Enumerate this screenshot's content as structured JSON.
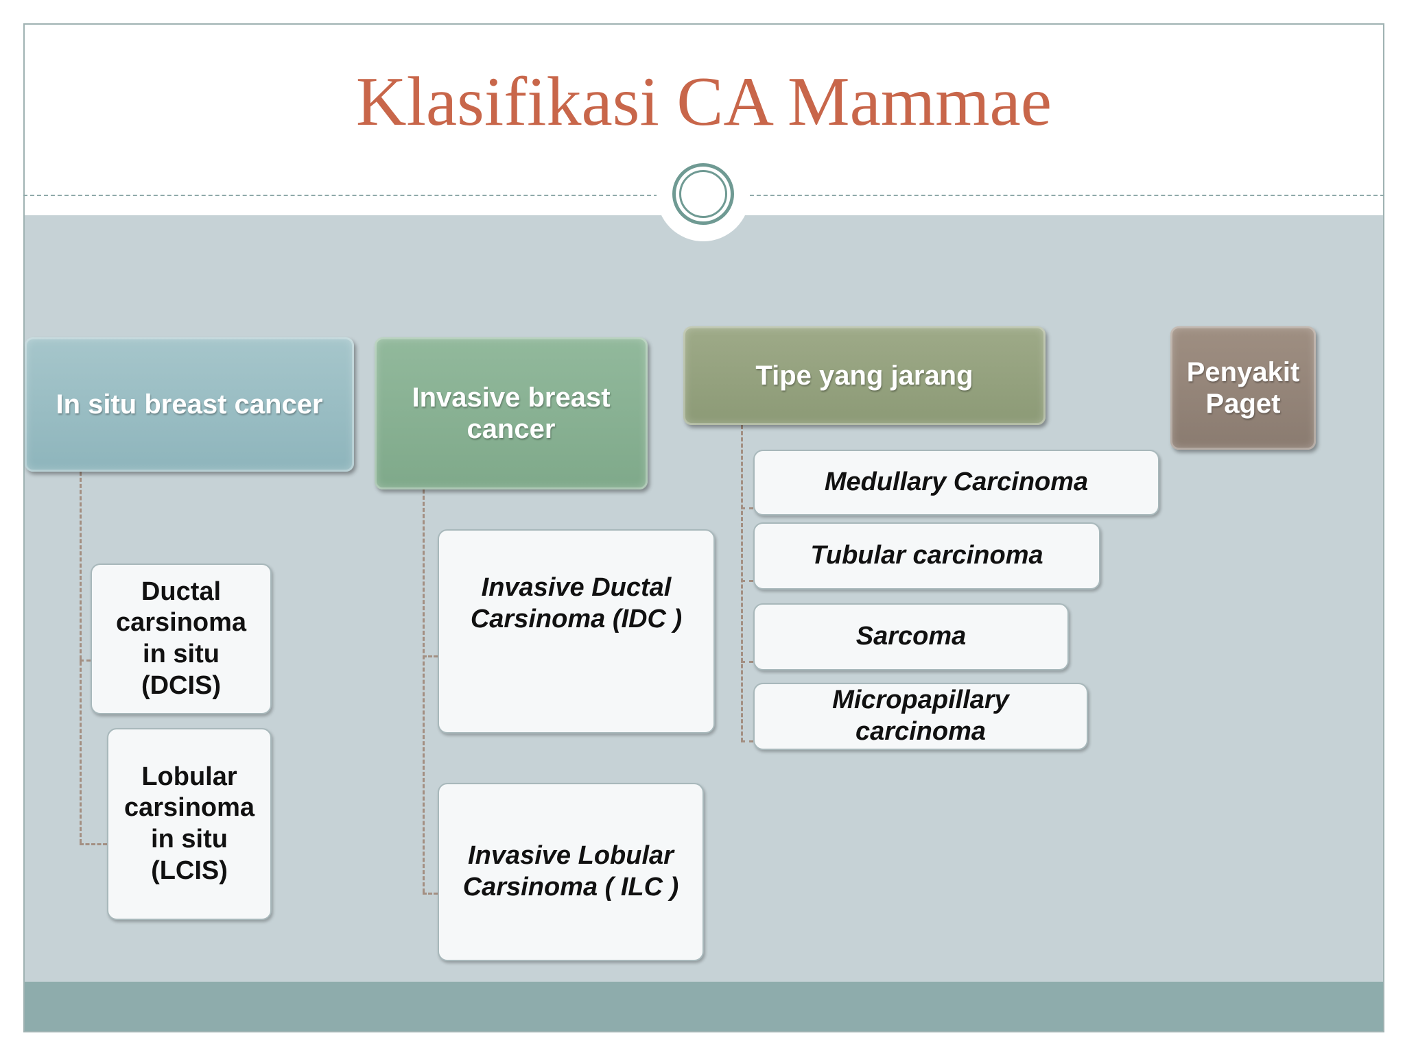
{
  "title": "Klasifikasi CA Mammae",
  "categories": {
    "in_situ": {
      "label": "In situ breast cancer",
      "children": [
        [
          "Ductal",
          "carsinoma",
          "in situ",
          "(DCIS)"
        ],
        [
          "Lobular",
          "carsinoma",
          "in situ",
          "(LCIS)"
        ]
      ]
    },
    "invasive": {
      "label_lines": [
        "Invasive breast",
        "cancer"
      ],
      "children": [
        [
          "Invasive Ductal",
          "Carsinoma (IDC )"
        ],
        [
          "Invasive Lobular",
          "Carsinoma ( ILC )"
        ]
      ]
    },
    "rare": {
      "label": "Tipe yang jarang",
      "children": [
        [
          "Medullary Carcinoma"
        ],
        [
          "Tubular carcinoma"
        ],
        [
          "Sarcoma"
        ],
        [
          "Micropapillary",
          "carcinoma"
        ]
      ]
    },
    "paget": {
      "label_lines": [
        "Penyakit",
        "Paget"
      ]
    }
  },
  "colors": {
    "title": "#c8664a",
    "body_background": "#c6d2d6",
    "footer_band": "#8eacac",
    "in_situ_header": "#9bbfc5",
    "invasive_header": "#8ab394",
    "rare_header": "#96a27f",
    "paget_header": "#968679",
    "connector": "#a38f82"
  }
}
